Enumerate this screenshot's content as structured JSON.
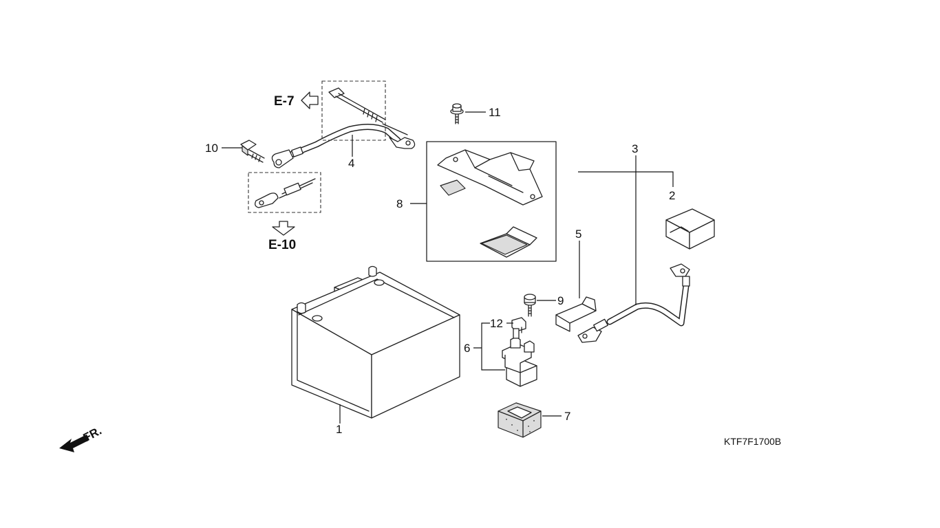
{
  "parts": {
    "battery": "1",
    "terminal_cover": "2",
    "negative_cable": "3",
    "positive_cable": "4",
    "relay_cover": "5",
    "starter_relay": "6",
    "relay_rubber": "7",
    "battery_cover_assy": "8",
    "screw_9": "9",
    "bolt_10": "10",
    "bolt_11": "11",
    "fuse": "12"
  },
  "refs": {
    "e7": "E-7",
    "e10": "E-10"
  },
  "front_mark": "FR.",
  "diagram_code": "KTF7F1700B"
}
